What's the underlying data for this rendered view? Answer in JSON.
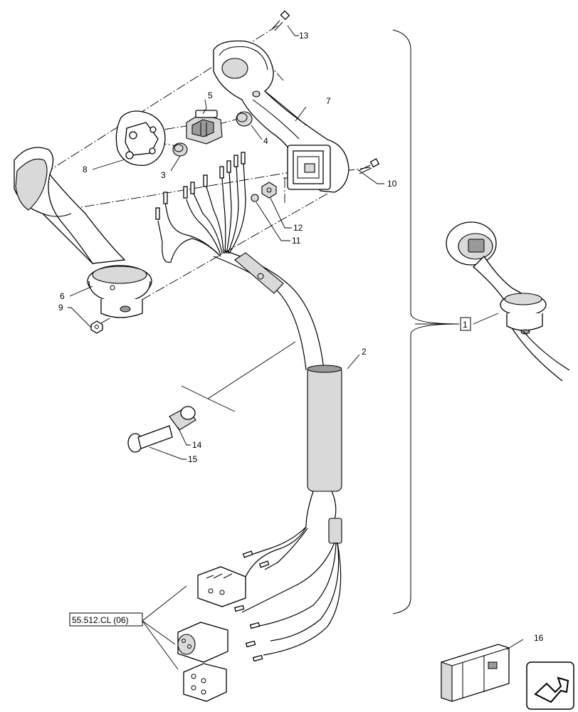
{
  "callouts": {
    "c1": "1",
    "c2": "2",
    "c3": "3",
    "c4": "4",
    "c5": "5",
    "c6": "6",
    "c7": "7",
    "c8": "8",
    "c9": "9",
    "c10": "10",
    "c11": "11",
    "c12": "12",
    "c13": "13",
    "c14": "14",
    "c15": "15",
    "c16": "16"
  },
  "reference": "55.512.CL (06)",
  "icons": {
    "nav": "arrow-return-icon",
    "kit": "crate-icon"
  }
}
